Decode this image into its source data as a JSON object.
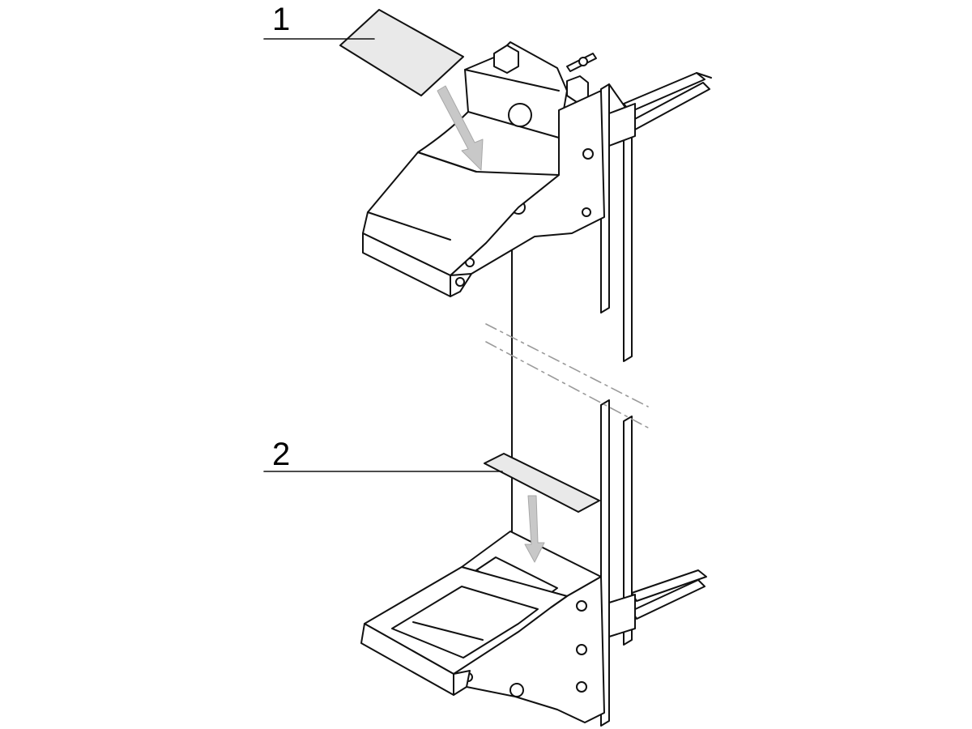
{
  "diagram": {
    "callouts": [
      {
        "number": "1",
        "part": "upper-cradle-pad"
      },
      {
        "number": "2",
        "part": "lower-cradle-pad"
      }
    ],
    "colors": {
      "line": "#111111",
      "pad_fill": "#e9e9e9",
      "arrow_fill": "#c8c8c8",
      "break_line": "#9a9a9a",
      "background": "#ffffff"
    }
  }
}
